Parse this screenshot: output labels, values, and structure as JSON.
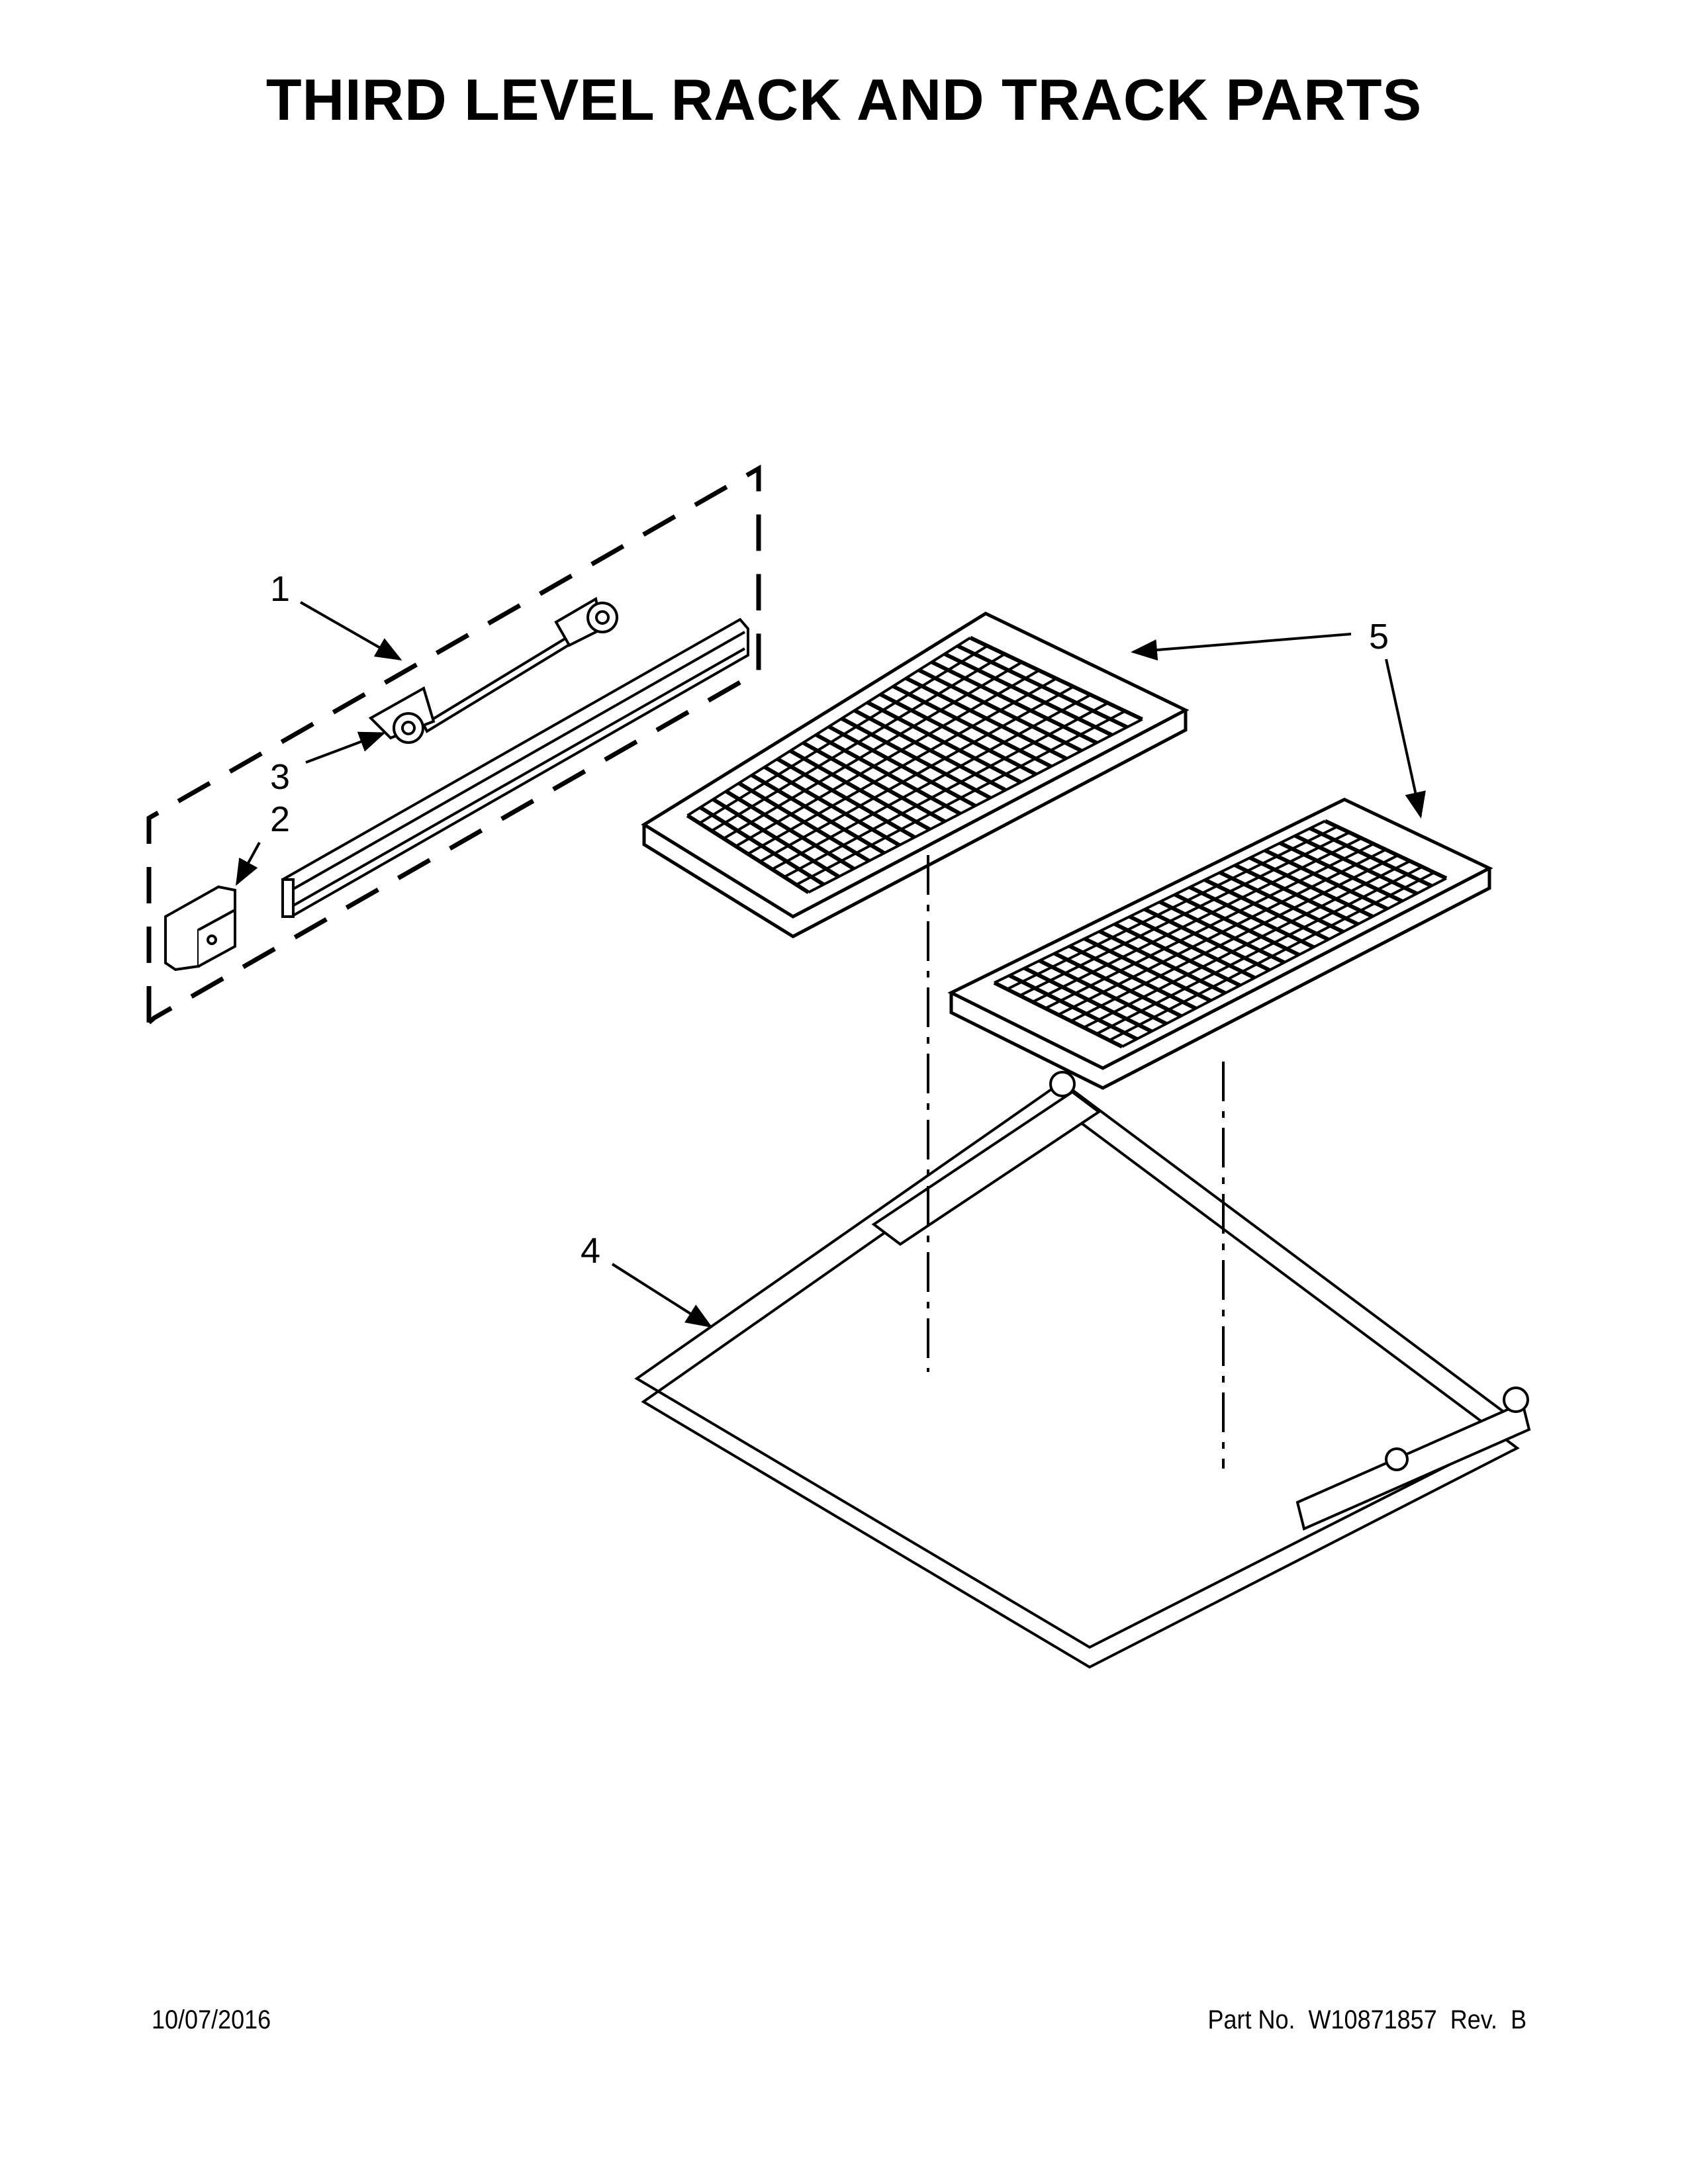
{
  "title": "THIRD LEVEL RACK AND TRACK PARTS",
  "callouts": {
    "c1": "1",
    "c2": "2",
    "c3": "3",
    "c4": "4",
    "c5": "5"
  },
  "footer": {
    "date": "10/07/2016",
    "part_number": "Part No.  W10871857  Rev.  B"
  }
}
